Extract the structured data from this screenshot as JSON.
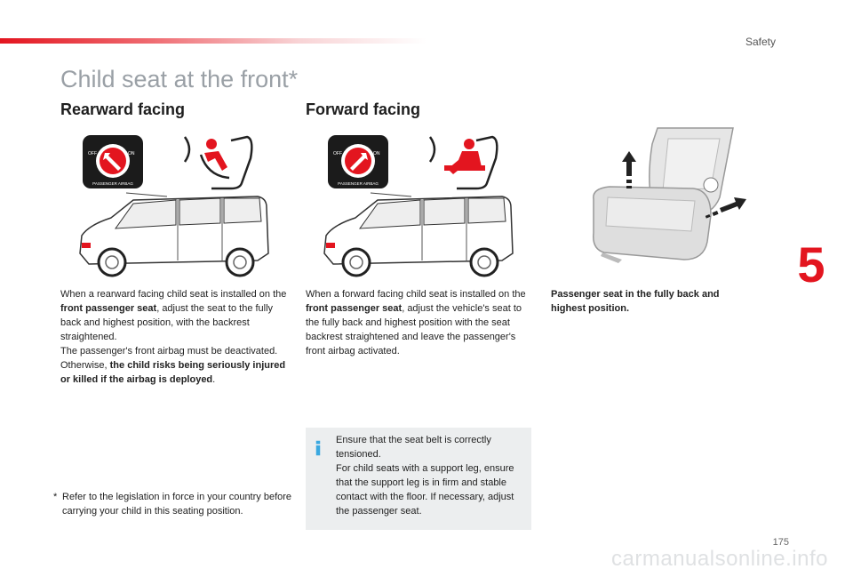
{
  "header": {
    "section": "Safety",
    "chapter": "5"
  },
  "title": "Child seat at the front*",
  "rearward": {
    "heading": "Rearward facing",
    "para1_a": "When a rearward facing child seat is installed on the ",
    "para1_b": "front passenger seat",
    "para1_c": ", adjust the seat to the fully back and highest position, with the backrest straightened.",
    "para2_a": "The passenger's front airbag must be deactivated. Otherwise, ",
    "para2_b": "the child risks being seriously injured or killed if the airbag is deployed",
    "para2_c": "."
  },
  "forward": {
    "heading": "Forward facing",
    "para_a": "When a forward facing child seat is installed on the ",
    "para_b": "front passenger seat",
    "para_c": ", adjust the vehicle's seat to the fully back and highest position with the seat backrest straightened and leave the passenger's front airbag activated."
  },
  "seat_caption": "Passenger seat in the fully back and highest position.",
  "info_box": {
    "line1": "Ensure that the seat belt is correctly tensioned.",
    "line2": "For child seats with a support leg, ensure that the support leg is in firm and stable contact with the floor. If necessary, adjust the passenger seat."
  },
  "footnote": {
    "mark": "*",
    "text": "Refer to the legislation in force in your country before carrying your child in this seating position."
  },
  "airbag_switch": {
    "off": "OFF",
    "on": "ON",
    "label": "PASSENGER AIRBAG"
  },
  "page_number": "175",
  "watermark": "carmanualsonline.info",
  "colors": {
    "accent": "#e3151f",
    "info_icon": "#3aa8e0",
    "title_gray": "#9aa0a6"
  }
}
